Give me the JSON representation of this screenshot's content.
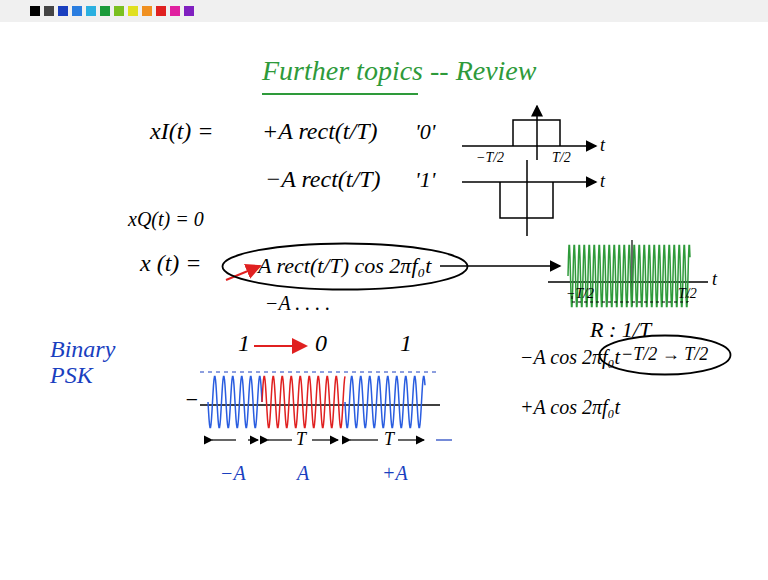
{
  "diagram": {
    "title": "Further topics -- Review",
    "nodes": [
      {
        "text": [
          "A rect(t/T) cos 2πf₀t"
        ]
      },
      {
        "text": [
          "−T/2 → T/2"
        ]
      }
    ],
    "labels": [
      "xI(t) =",
      "+A rect(t/T)",
      "'0'",
      "−T/2",
      "T/2",
      "t",
      "−A rect(t/T)",
      "'1'",
      "t",
      "xQ(t) = 0",
      "x (t) =",
      "−A . . . .",
      "−T/2",
      "T/2",
      "t",
      "R : 1/T",
      "Binary PSK",
      "1",
      "0",
      "1",
      "−",
      "T",
      "T",
      "−A",
      "A",
      "+A",
      "−A cos 2πf₀t",
      "+A cos 2πf₀t"
    ]
  }
}
